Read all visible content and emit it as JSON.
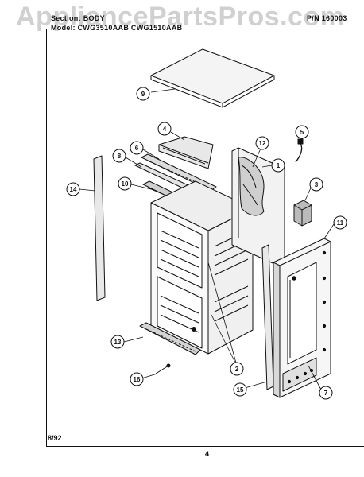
{
  "header": {
    "section_label": "Section:",
    "section_value": "BODY",
    "model_label": "Model:",
    "model_value": "CWG3510AAB  CWG1510AAB",
    "pn_label": "P/N",
    "pn_value": "160003"
  },
  "watermark": "AppliancePartsPros.com",
  "footer": {
    "date": "8/92",
    "page_number": "4"
  },
  "callouts": [
    "1",
    "2",
    "3",
    "4",
    "5",
    "6",
    "7",
    "8",
    "9",
    "10",
    "11",
    "12",
    "13",
    "14",
    "15",
    "16"
  ]
}
